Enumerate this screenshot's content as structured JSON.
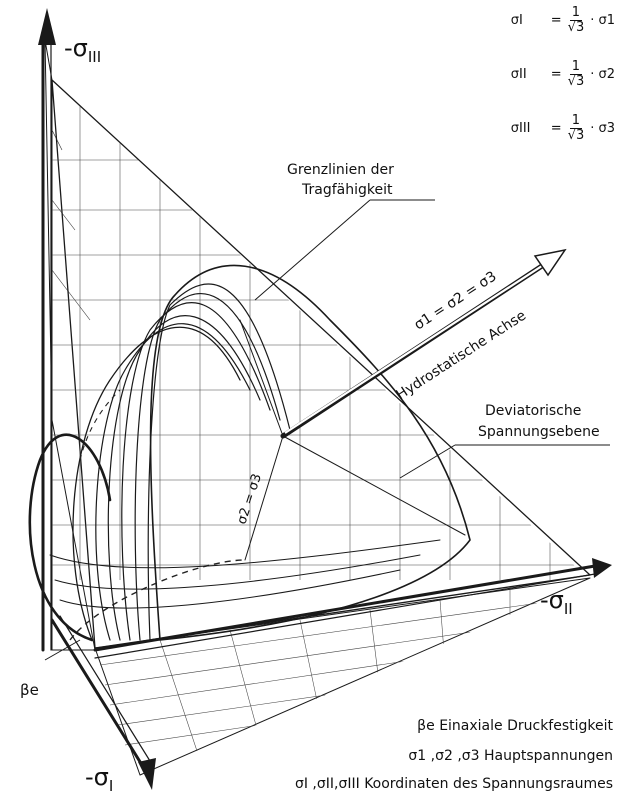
{
  "axes": {
    "sigma_III": "-σ",
    "sigma_III_sub": "III",
    "sigma_II": "-σ",
    "sigma_II_sub": "II",
    "sigma_I": "-σ",
    "sigma_I_sub": "I"
  },
  "formulas": [
    {
      "lhs": "σI",
      "eq": "=",
      "num": "1",
      "den": "√3",
      "rhs": "· σ1"
    },
    {
      "lhs": "σII",
      "eq": "=",
      "num": "1",
      "den": "√3",
      "rhs": "· σ2"
    },
    {
      "lhs": "σIII",
      "eq": "=",
      "num": "1",
      "den": "√3",
      "rhs": "· σ3"
    }
  ],
  "labels": {
    "grenzlinien_1": "Grenzlinien der",
    "grenzlinien_2": "Tragfähigkeit",
    "hydro_eq": "σ1 = σ2 = σ3",
    "hydro_axis": "Hydrostatische Achse",
    "deviator_1": "Deviatorische",
    "deviator_2": "Spannungsebene",
    "sigma2_eq_sigma3": "σ2 = σ3",
    "beta_e": "βe"
  },
  "legend": [
    {
      "symbol": "βe",
      "text": "Einaxiale Druckfestigkeit"
    },
    {
      "symbol": "σ1 ,σ2 ,σ3",
      "text": "Hauptspannungen"
    },
    {
      "symbol": "σI ,σII,σIII",
      "text": "Koordinaten des Spannungsraumes"
    }
  ]
}
